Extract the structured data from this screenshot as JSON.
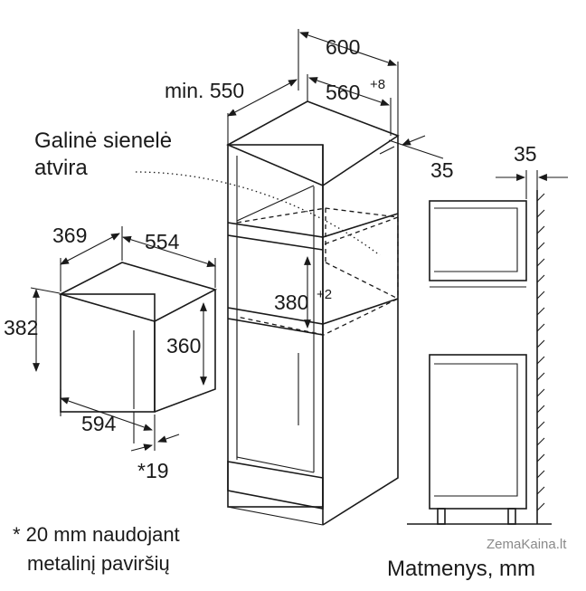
{
  "dimensions": {
    "cab_width": "600",
    "cab_depth_min": "min. 550",
    "niche_width": "560",
    "niche_width_tol": "+8",
    "rear_gap": "35",
    "side_gap": "35",
    "niche_height": "380",
    "niche_height_tol": "+2",
    "oven_depth": "369",
    "oven_width_top": "554",
    "oven_height": "382",
    "oven_inner_height": "360",
    "oven_width": "594",
    "frame_offset": "*19"
  },
  "labels": {
    "rear_wall_line1": "Galinė sienelė",
    "rear_wall_line2": "atvira",
    "footnote_line1": "* 20 mm naudojant",
    "footnote_line2": "metalinį paviršių",
    "units": "Matmenys, mm",
    "watermark": "ZemaKaina.lt"
  }
}
